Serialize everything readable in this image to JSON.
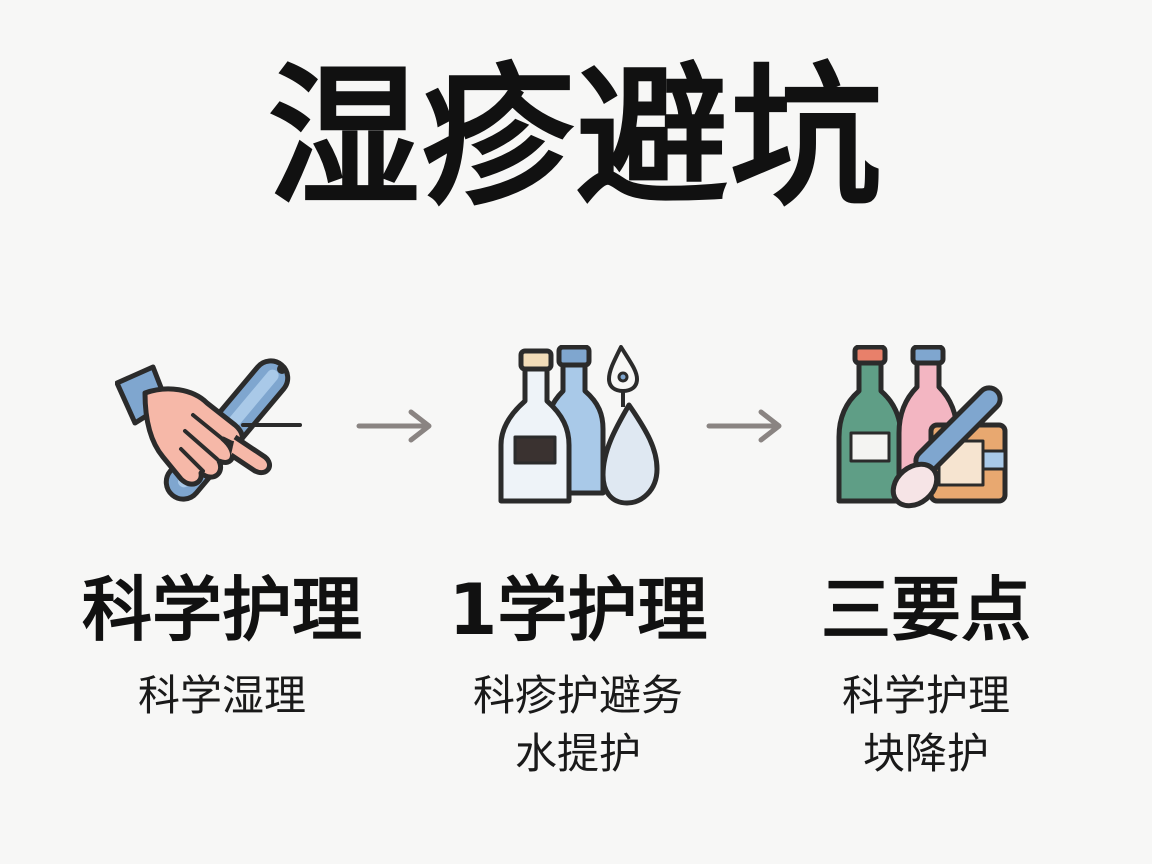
{
  "title": "湿疹避坑",
  "steps": [
    {
      "icon": "hand-holding-tool-icon",
      "title": "科学护理",
      "desc": "科学湿理"
    },
    {
      "icon": "bottles-and-droplet-icon",
      "title": "1学护理",
      "desc": "科疹护避务\n水提护"
    },
    {
      "icon": "bottles-and-spatula-icon",
      "title": "三要点",
      "desc": "科学护理\n块降护"
    }
  ],
  "arrow_icon": "arrow-right-icon",
  "colors": {
    "ink": "#111111",
    "outline": "#2b2b2b",
    "blue": "#7fa6cf",
    "light_blue": "#a9c9e8",
    "skin": "#f6b8a8",
    "green": "#5f9e86",
    "pink": "#f3b6c2",
    "orange": "#e8a870",
    "arrow": "#8a8482"
  }
}
